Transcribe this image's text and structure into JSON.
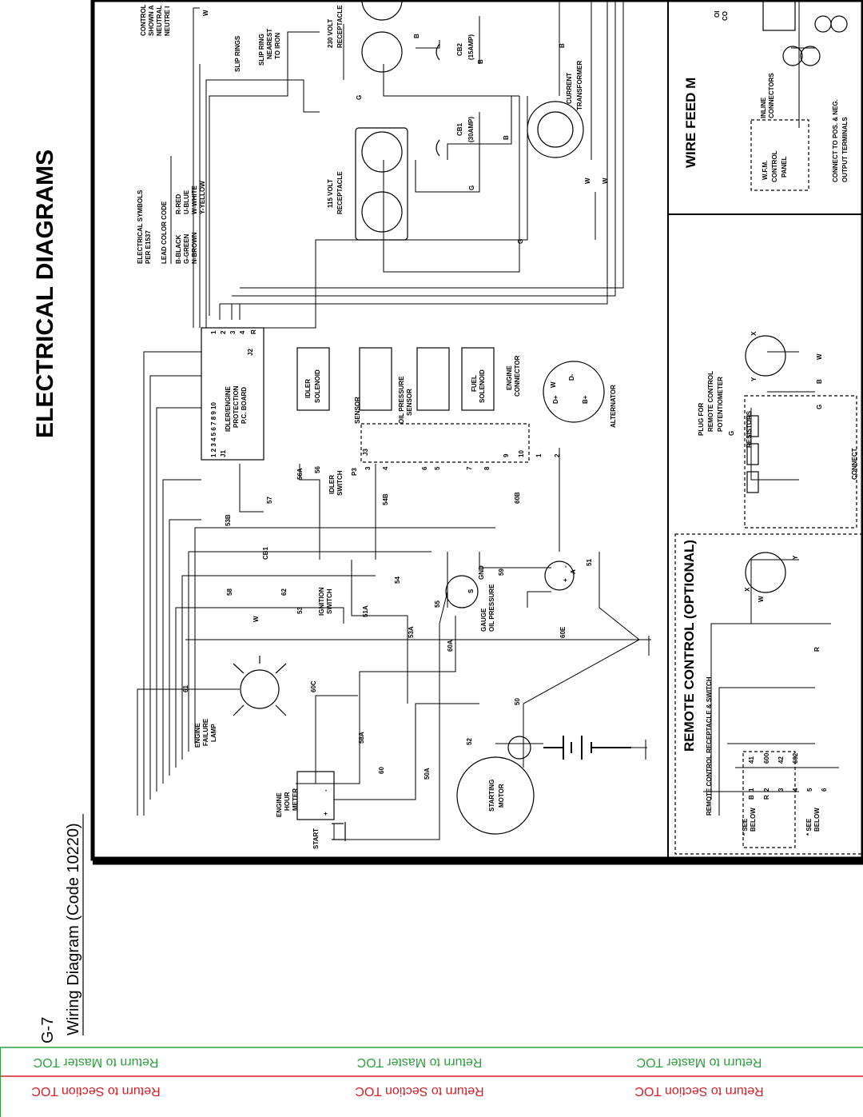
{
  "page": {
    "page_id": "G-7",
    "subtitle": "Wiring Diagram (Code 10220)",
    "section_title": "ELECTRICAL DIAGRAMS"
  },
  "nav": {
    "master_toc": "Return to Master TOC",
    "section_toc": "Return to Section TOC",
    "master_color": "#2e9e3e",
    "section_color": "#d42027"
  },
  "legend": {
    "symbols_title": "ELECTRICAL SYMBOLS",
    "symbols_ref": "PER E1537",
    "lead_color_title": "LEAD COLOR CODE",
    "colors_left": [
      "B-BLACK",
      "G-GREEN",
      "N-BROWN"
    ],
    "colors_right": [
      "R-RED",
      "U-BLUE",
      "W-WHITE",
      "Y-YELLOW"
    ]
  },
  "components": {
    "start": "START",
    "hour_meter": [
      "ENGINE",
      "HOUR",
      "METER"
    ],
    "failure_lamp": [
      "ENGINE",
      "FAILURE",
      "LAMP"
    ],
    "starting_motor": [
      "STARTING",
      "MOTOR"
    ],
    "ignition_switch": [
      "IGNITION",
      "SWITCH"
    ],
    "cb1": "CB1",
    "gauge": [
      "GAUGE",
      "OIL PRESSURE"
    ],
    "gnd": "GND",
    "gauge_s": "S",
    "idler_switch": [
      "IDLER",
      "SWITCH"
    ],
    "pc_board": [
      "IDLER/ENGINE",
      "PROTECTION",
      "P.C. BOARD"
    ],
    "j1": "J1",
    "j2": "J2",
    "j3": "J3",
    "p3": "P3",
    "j1_pins": "1 2 3 4 5 6 7 8 9 10",
    "j2_pins": [
      "1",
      "2",
      "3",
      "4"
    ],
    "r_label": "R",
    "idler_solenoid": [
      "IDLER",
      "SOLENOID"
    ],
    "sensor": "SENSOR",
    "oil_pressure_sensor": [
      "OIL PRESSURE",
      "SENSOR"
    ],
    "fuel_solenoid": [
      "FUEL",
      "SOLENOID"
    ],
    "engine_connector": [
      "ENGINE",
      "CONNECTOR"
    ],
    "alternator": "ALTERNATOR",
    "alt_terminals": [
      "W",
      "D+",
      "D-",
      "B+"
    ],
    "gauge_terminals": [
      "+",
      "-",
      "A"
    ],
    "hour_terminals": [
      "+",
      "-"
    ],
    "receptacle_115": [
      "115 VOLT",
      "RECEPTACLE"
    ],
    "receptacle_230": [
      "230 VOLT",
      "RECEPTACLE"
    ],
    "cb1_rating": [
      "CB1",
      "(30AMP)"
    ],
    "cb2_rating": [
      "CB2",
      "(15AMP)"
    ],
    "current_transformer": [
      "CURRENT",
      "TRANSFORMER"
    ],
    "slip_rings": "SLIP RINGS",
    "slip_ring_nearest": [
      "SLIP RING",
      "NEAREST",
      "TO IRON"
    ],
    "control_note": [
      "CONTROL",
      "SHOWN A",
      "NEUTRAL",
      "NEUTRE I"
    ]
  },
  "wires": {
    "labels_a": [
      "61",
      "60C",
      "58A",
      "60",
      "50A",
      "52",
      "50",
      "60A",
      "60E",
      "58",
      "62",
      "53",
      "51A",
      "53A",
      "55",
      "54",
      "59",
      "51",
      "57",
      "53B",
      "56A",
      "56",
      "54B",
      "60B"
    ],
    "pin_numbers": [
      "3",
      "4",
      "5",
      "6",
      "7",
      "8",
      "9",
      "10",
      "1",
      "2"
    ],
    "lead_letters": [
      "W",
      "B",
      "G",
      "R",
      "X",
      "Y"
    ]
  },
  "remote": {
    "title": "REMOTE CONTROL (OPTIONAL)",
    "receptacle_switch": "REMOTE CONTROL RECEPTACLE & SWITCH",
    "see_below": [
      "* SEE",
      "BELOW"
    ],
    "pins": [
      "1",
      "2",
      "3",
      "4",
      "5",
      "6"
    ],
    "pin_wires": [
      "41",
      "600",
      "42",
      "602"
    ],
    "plug": [
      "PLUG FOR",
      "REMOTE CONTROL",
      "POTENTIOMETER"
    ],
    "resistors": "RESISTORS",
    "connect": "CONNECT"
  },
  "wire_feed": {
    "title": "WIRE FEED M",
    "inline": [
      "INLINE",
      "CONNECTORS"
    ],
    "wfm_panel": [
      "W.F.M.",
      "CONTROL",
      "PANEL"
    ],
    "connect_to": [
      "CONNECT TO POS. & NEG.",
      "OUTPUT TERMINALS"
    ],
    "top_note": [
      "OI",
      "CO"
    ]
  }
}
